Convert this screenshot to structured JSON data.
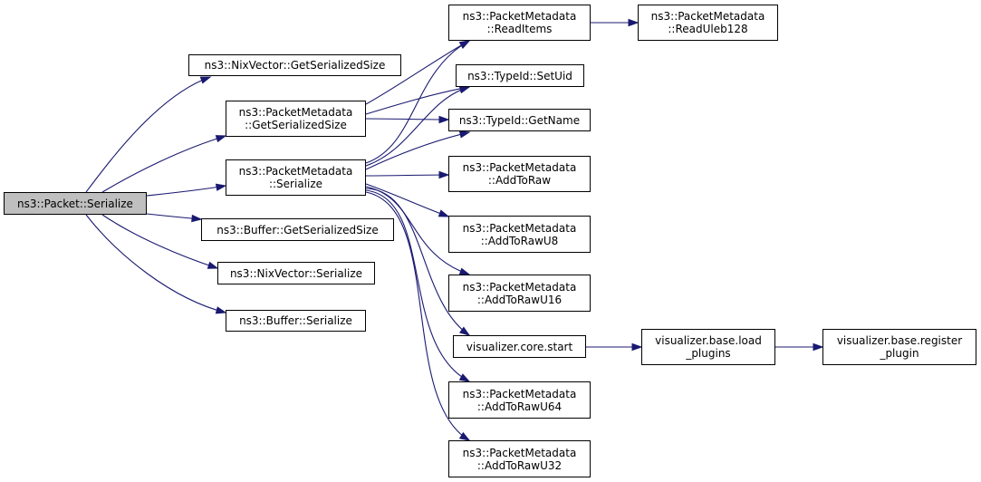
{
  "nodes": [
    {
      "id": "packet_serialize",
      "lines": [
        "ns3::Packet::Serialize"
      ],
      "root": true
    },
    {
      "id": "nix_getsize",
      "lines": [
        "ns3::NixVector::GetSerializedSize"
      ]
    },
    {
      "id": "pm_getsize",
      "lines": [
        "ns3::PacketMetadata",
        "::GetSerializedSize"
      ]
    },
    {
      "id": "pm_serialize",
      "lines": [
        "ns3::PacketMetadata",
        "::Serialize"
      ]
    },
    {
      "id": "buf_getsize",
      "lines": [
        "ns3::Buffer::GetSerializedSize"
      ]
    },
    {
      "id": "nix_serialize",
      "lines": [
        "ns3::NixVector::Serialize"
      ]
    },
    {
      "id": "buf_serialize",
      "lines": [
        "ns3::Buffer::Serialize"
      ]
    },
    {
      "id": "pm_readitems",
      "lines": [
        "ns3::PacketMetadata",
        "::ReadItems"
      ]
    },
    {
      "id": "pm_readuleb",
      "lines": [
        "ns3::PacketMetadata",
        "::ReadUleb128"
      ]
    },
    {
      "id": "typeid_setuid",
      "lines": [
        "ns3::TypeId::SetUid"
      ]
    },
    {
      "id": "typeid_getname",
      "lines": [
        "ns3::TypeId::GetName"
      ]
    },
    {
      "id": "pm_addtoraw",
      "lines": [
        "ns3::PacketMetadata",
        "::AddToRaw"
      ]
    },
    {
      "id": "pm_addtorawu8",
      "lines": [
        "ns3::PacketMetadata",
        "::AddToRawU8"
      ]
    },
    {
      "id": "pm_addtorawu16",
      "lines": [
        "ns3::PacketMetadata",
        "::AddToRawU16"
      ]
    },
    {
      "id": "vis_core_start",
      "lines": [
        "visualizer.core.start"
      ]
    },
    {
      "id": "vis_load_plugins",
      "lines": [
        "visualizer.base.load",
        "_plugins"
      ]
    },
    {
      "id": "vis_register_plugin",
      "lines": [
        "visualizer.base.register",
        "_plugin"
      ]
    },
    {
      "id": "pm_addtorawu64",
      "lines": [
        "ns3::PacketMetadata",
        "::AddToRawU64"
      ]
    },
    {
      "id": "pm_addtorawu32",
      "lines": [
        "ns3::PacketMetadata",
        "::AddToRawU32"
      ]
    }
  ],
  "edges": [
    {
      "from": "packet_serialize",
      "to": "nix_getsize"
    },
    {
      "from": "packet_serialize",
      "to": "pm_getsize"
    },
    {
      "from": "packet_serialize",
      "to": "pm_serialize"
    },
    {
      "from": "packet_serialize",
      "to": "buf_getsize"
    },
    {
      "from": "packet_serialize",
      "to": "nix_serialize"
    },
    {
      "from": "packet_serialize",
      "to": "buf_serialize"
    },
    {
      "from": "pm_getsize",
      "to": "pm_readitems"
    },
    {
      "from": "pm_getsize",
      "to": "typeid_setuid"
    },
    {
      "from": "pm_getsize",
      "to": "typeid_getname"
    },
    {
      "from": "pm_readitems",
      "to": "pm_readuleb"
    },
    {
      "from": "pm_serialize",
      "to": "pm_readitems"
    },
    {
      "from": "pm_serialize",
      "to": "typeid_setuid"
    },
    {
      "from": "pm_serialize",
      "to": "typeid_getname"
    },
    {
      "from": "pm_serialize",
      "to": "pm_addtoraw"
    },
    {
      "from": "pm_serialize",
      "to": "pm_addtorawu8"
    },
    {
      "from": "pm_serialize",
      "to": "pm_addtorawu16"
    },
    {
      "from": "pm_serialize",
      "to": "vis_core_start"
    },
    {
      "from": "pm_serialize",
      "to": "pm_addtorawu64"
    },
    {
      "from": "pm_serialize",
      "to": "pm_addtorawu32"
    },
    {
      "from": "vis_core_start",
      "to": "vis_load_plugins"
    },
    {
      "from": "vis_load_plugins",
      "to": "vis_register_plugin"
    }
  ]
}
